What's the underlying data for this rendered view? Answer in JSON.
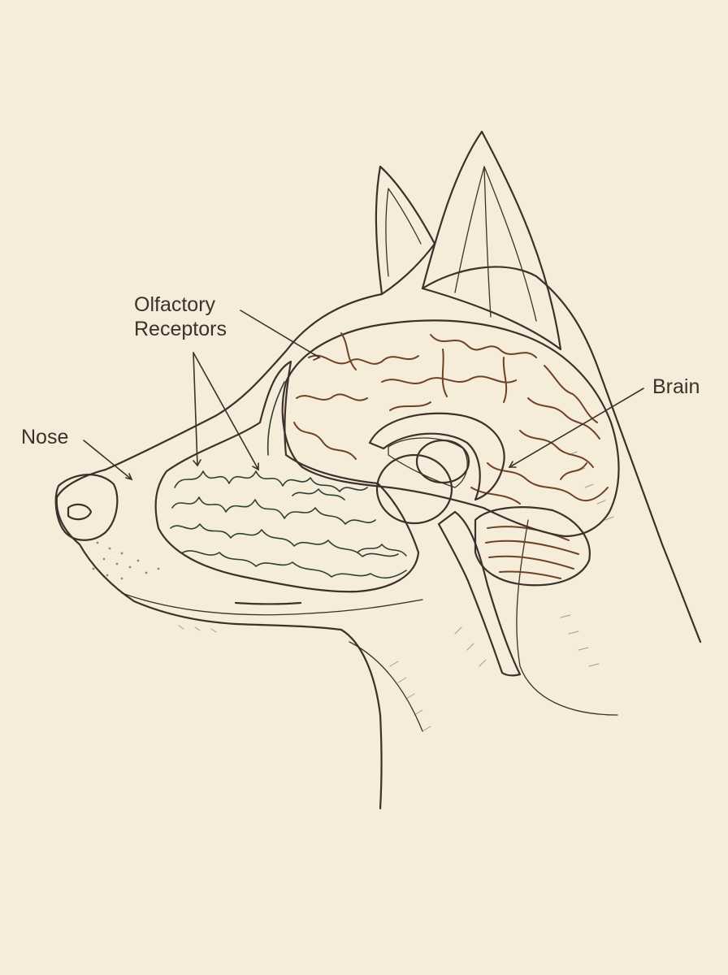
{
  "diagram": {
    "labels": {
      "olfactory_line1": "Olfactory",
      "olfactory_line2": "Receptors",
      "nose": "Nose",
      "brain": "Brain"
    },
    "colors": {
      "background": "#f5ecd9",
      "outline": "#3e302a",
      "head_fill": "#f8f1e2",
      "brain": "#e7b486",
      "olfactory": "#93ad8e",
      "cerebellum": "#c9957a",
      "brainstem": "#eed8a8"
    }
  }
}
